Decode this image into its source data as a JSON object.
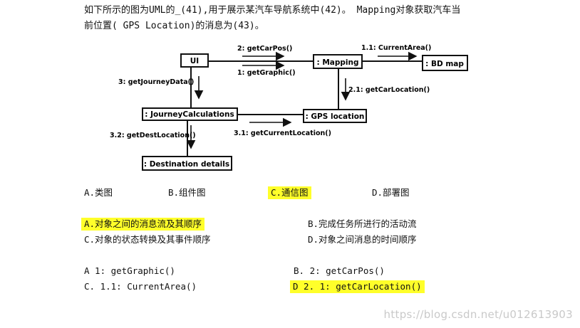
{
  "question": {
    "line1": "如下所示的图为UML的_(41),用于展示某汽车导航系统中(42)。 Mapping对象获取汽车当",
    "line2": "前位置( GPS Location)的消息为(43)。"
  },
  "diagram": {
    "nodes": {
      "ui": "UI",
      "mapping": ": Mapping",
      "bdmap": ": BD map",
      "journey": ": JourneyCalculations",
      "gps": ": GPS location",
      "dest": ": Destination details"
    },
    "messages": {
      "getCarPos": "2: getCarPos()",
      "getGraphic": "1: getGraphic()",
      "currentArea": "1.1: CurrentArea()",
      "getCarLocation": "2.1: getCarLocation()",
      "getJourneyData": "3: getJourneyData()",
      "getCurrentLocation": "3.1: getCurrentLocation()",
      "getDestLocation": "3.2: getDestLocation()"
    }
  },
  "q41": {
    "a": "A.类图",
    "b": "B.组件图",
    "c": "C.通信图",
    "d": "D.部署图",
    "highlighted": "c"
  },
  "q42": {
    "a": "A.对象之间的消息流及其顺序",
    "b": "B.完成任务所进行的活动流",
    "c": "C.对象的状态转换及其事件顺序",
    "d": "D.对象之间消息的时间顺序",
    "highlighted": "a"
  },
  "q43": {
    "a": "A 1: getGraphic()",
    "b": "B. 2: getCarPos()",
    "c": "C. 1.1: CurrentArea()",
    "d": "D 2. 1: getCarLocation()",
    "highlighted": "d"
  },
  "watermark": "https://blog.csdn.net/u012613903",
  "colors": {
    "highlight": "#ffff2a",
    "watermark": "#c9c9c9"
  }
}
